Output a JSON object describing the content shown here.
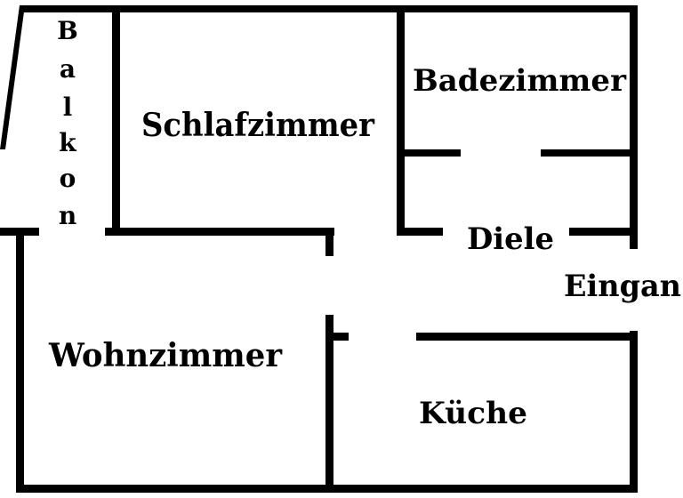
{
  "colors": {
    "wall": "#000000",
    "background": "#ffffff",
    "text": "#000000"
  },
  "rooms": {
    "balkon": "Balkon",
    "schlafzimmer": "Schlafzimmer",
    "badezimmer": "Badezimmer",
    "diele": "Diele",
    "eingang": "Eingan",
    "wohnzimmer": "Wohnzimmer",
    "kueche": "Küche"
  }
}
